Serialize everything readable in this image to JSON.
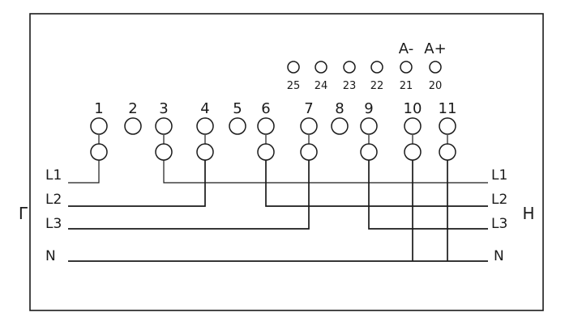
{
  "terminals_main": [
    {
      "number": "1",
      "double": true
    },
    {
      "number": "2",
      "double": false
    },
    {
      "number": "3",
      "double": true
    },
    {
      "number": "4",
      "double": true
    },
    {
      "number": "5",
      "double": false
    },
    {
      "number": "6",
      "double": true
    },
    {
      "number": "7",
      "double": true
    },
    {
      "number": "8",
      "double": false
    },
    {
      "number": "9",
      "double": true
    },
    {
      "number": "10",
      "double": true
    },
    {
      "number": "11",
      "double": true
    }
  ],
  "terminals_aux": [
    {
      "number": "25",
      "label": ""
    },
    {
      "number": "24",
      "label": ""
    },
    {
      "number": "23",
      "label": ""
    },
    {
      "number": "22",
      "label": ""
    },
    {
      "number": "21",
      "label": "A-"
    },
    {
      "number": "20",
      "label": "A+"
    }
  ],
  "lines_left": [
    "L1",
    "L2",
    "L3",
    "N"
  ],
  "lines_right": [
    "L1",
    "L2",
    "L3",
    "N"
  ],
  "side_left": "Г",
  "side_right": "H"
}
